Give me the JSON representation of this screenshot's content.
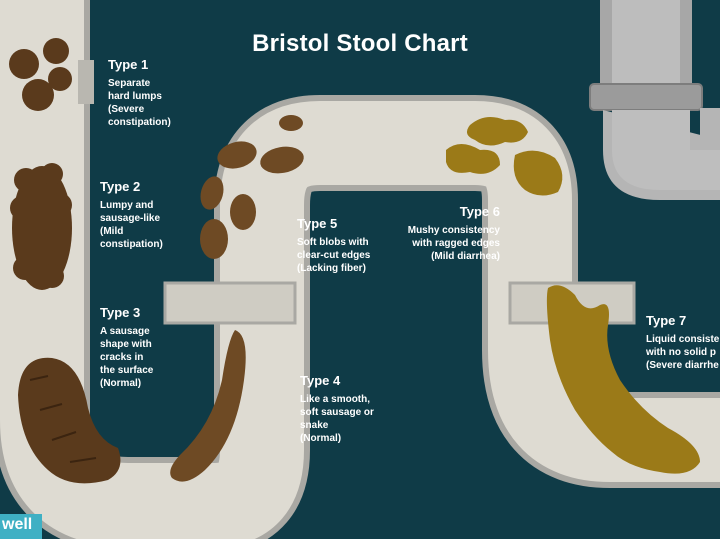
{
  "title": "Bristol Stool Chart",
  "brand": "well",
  "colors": {
    "background": "#0f3b47",
    "pipe_fill": "#dedbd2",
    "pipe_edge": "#a9a8a3",
    "stool_dark": "#5a3a1c",
    "stool_mid": "#6e4a24",
    "stool_yellow": "#9b7a18"
  },
  "types": [
    {
      "heading": "Type 1",
      "description": "Separate\nhard lumps\n(Severe\nconstipation)"
    },
    {
      "heading": "Type 2",
      "description": "Lumpy and\nsausage-like\n(Mild\nconstipation)"
    },
    {
      "heading": "Type 3",
      "description": "A sausage\nshape with\ncracks in\nthe surface\n(Normal)"
    },
    {
      "heading": "Type 4",
      "description": "Like a smooth,\nsoft sausage or\nsnake\n(Normal)"
    },
    {
      "heading": "Type 5",
      "description": "Soft blobs with\nclear-cut edges\n(Lacking fiber)"
    },
    {
      "heading": "Type 6",
      "description": "Mushy consistency\nwith ragged edges\n(Mild diarrhea)"
    },
    {
      "heading": "Type 7",
      "description": "Liquid consiste\nwith no solid p\n(Severe diarrhe"
    }
  ]
}
